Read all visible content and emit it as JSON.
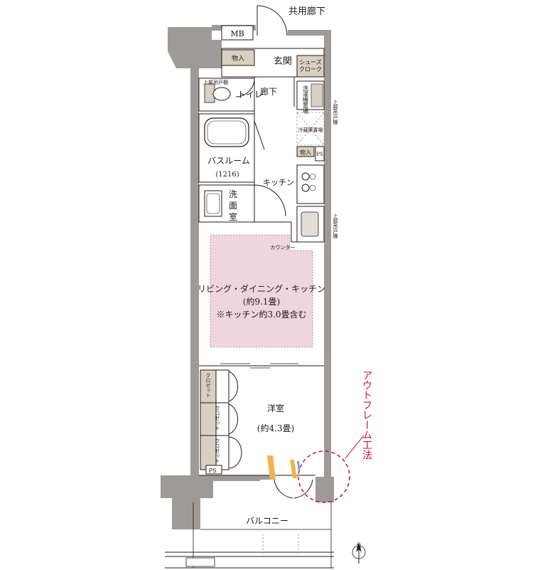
{
  "labels": {
    "common_corridor": "共用廊下",
    "mb": "MB",
    "storage_top": "物入",
    "entrance": "玄関",
    "shoe_cloak_1": "シューズ",
    "shoe_cloak_2": "クローク",
    "upper_cabinet_toilet": "上部吊戸棚",
    "toilet": "トイレ",
    "hallway": "廊下",
    "washer_space": "洗濯機置場",
    "upper_cabinet_right": "上部吊戸棚",
    "fridge_space": "冷蔵庫置場",
    "storage_mid": "物入",
    "ps_top": "PS",
    "bathroom": "バスルーム",
    "bath_size": "(1216)",
    "kitchen": "キッチン",
    "washroom_1": "洗",
    "washroom_2": "面",
    "washroom_3": "室",
    "upper_cabinet_kitchen": "上部吊戸棚",
    "counter": "カウンター",
    "ldk_1": "リビング・ダイニング・キッチン",
    "ldk_2": "(約9.1畳)",
    "ldk_3": "※キッチン約3.0畳含む",
    "closet_1": "クロゼット",
    "closet_2": "クロゼット",
    "closet_3": "クロゼット",
    "western_room": "洋室",
    "western_size": "(約4.3畳)",
    "ps_bottom": "PS",
    "balcony": "バルコニー",
    "outframe": "アウトフレーム工法",
    "north": "N"
  },
  "colors": {
    "ldk_fill": "#efd6de",
    "wall": "#9e9a97",
    "storage_fill": "#d8d0c4",
    "outframe_red": "#c8102e"
  }
}
